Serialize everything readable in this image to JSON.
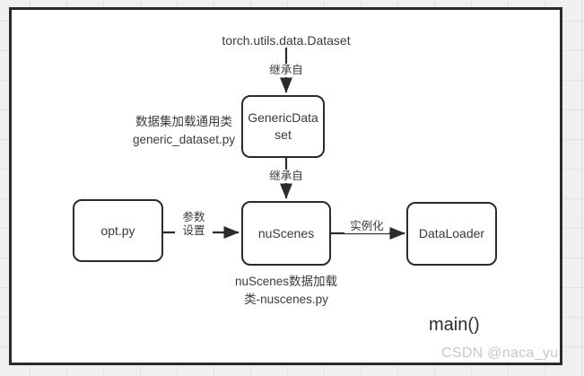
{
  "diagram": {
    "title_text": "torch.utils.data.Dataset",
    "main_label": "main()",
    "watermark": "CSDN @naca_yu",
    "frame_border_color": "#2b2b2b",
    "node_text_color": "#3a3a3a",
    "watermark_color": "#c8c8c8",
    "nodes": [
      {
        "id": "generic-dataset",
        "label": "GenericData\nset"
      },
      {
        "id": "nuscenes",
        "label": "nuScenes"
      },
      {
        "id": "opt-py",
        "label": "opt.py"
      },
      {
        "id": "dataloader",
        "label": "DataLoader"
      }
    ],
    "annotations": [
      {
        "id": "generic-dataset-note",
        "text": "数据集加载通用类\ngeneric_dataset.py"
      },
      {
        "id": "nuscenes-note",
        "text": "nuScenes数据加载\n类-nuscenes.py"
      }
    ],
    "edges": [
      {
        "id": "dataset-to-generic",
        "label": "继承自"
      },
      {
        "id": "generic-to-nuscenes",
        "label": "继承自"
      },
      {
        "id": "opt-to-nuscenes",
        "label": "参数\n设置"
      },
      {
        "id": "nuscenes-to-dataloader",
        "label": "实例化"
      }
    ]
  }
}
